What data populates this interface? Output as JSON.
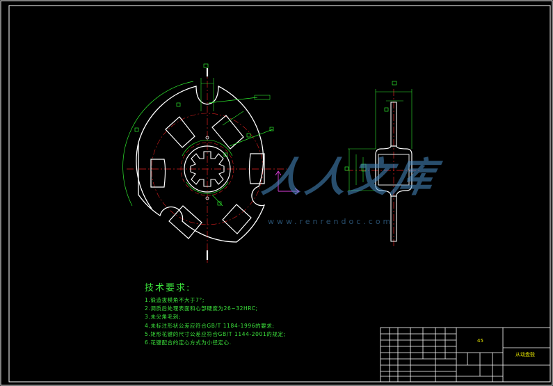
{
  "technical_requirements": {
    "title": "技术要求:",
    "items": [
      "1.锻造拔模角不大于7°;",
      "2.调质后处理表面和心部硬度为26~32HRC;",
      "3.未尖角毛刺;",
      "4.未标注形状公差应符合GB/T 1184-1996的要求;",
      "5.矩形花键的尺寸公差应符合GB/T 1144-2001的规定;",
      "6.花键配合的定心方式为小径定心."
    ]
  },
  "title_block": {
    "part_name": "从动盘毂",
    "material": "45"
  },
  "watermark": {
    "text": "人人文库",
    "url": "www.renrendoc.com"
  },
  "colors": {
    "background": "#000000",
    "outline": "#ffffff",
    "dimension": "#2ee82e",
    "centerline": "#e02020",
    "title_block_text": "#e6e600",
    "watermark": "#4a8fc7"
  }
}
